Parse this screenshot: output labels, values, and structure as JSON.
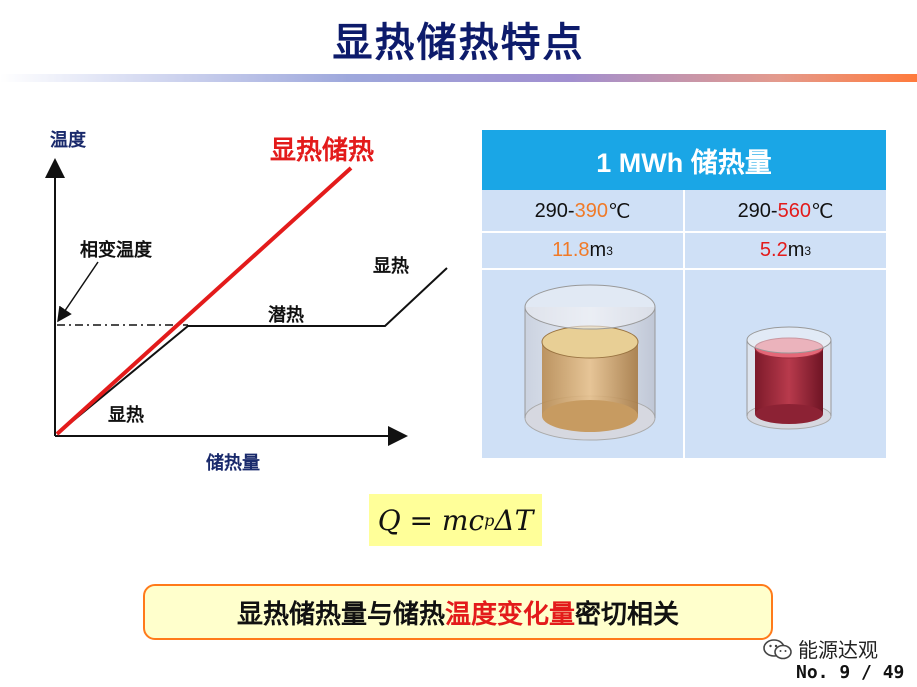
{
  "title": "显热储热特点",
  "diagram": {
    "y_axis_label": "温度",
    "x_axis_label": "储热量",
    "red_line_label": "显热储热",
    "phase_temp_label": "相变温度",
    "sensible_top_label": "显热",
    "latent_label": "潜热",
    "sensible_bottom_label": "显热",
    "colors": {
      "red_line": "#e31b1b",
      "axis": "#111111",
      "dash": "#111111"
    }
  },
  "table": {
    "header": "1 MWh 储热量",
    "col1": {
      "range_prefix": "290-",
      "range_highlight": "390",
      "range_suffix": "℃",
      "volume_value": "11.8",
      "volume_unit": " m",
      "volume_sup": "3"
    },
    "col2": {
      "range_prefix": "290-",
      "range_highlight": "560",
      "range_suffix": " ℃",
      "volume_value": "5.2",
      "volume_unit": " m",
      "volume_sup": "3"
    },
    "colors": {
      "header_bg": "#1aa6e6",
      "cell_bg": "#cfe0f6",
      "col1_highlight": "#f07a28",
      "col2_highlight": "#e31b1b"
    }
  },
  "formula": {
    "lhs": "Q",
    "eq": " = ",
    "rhs": "mc",
    "sub": "p",
    "delta": "ΔT"
  },
  "conclusion": {
    "part1": "显热储热量与储热",
    "highlight": "温度变化量",
    "part2": "密切相关",
    "highlight_color": "#e31b1b"
  },
  "watermark": {
    "icon": "wechat-icon",
    "text": "能源达观"
  },
  "page_number": "No. 9 / 49"
}
